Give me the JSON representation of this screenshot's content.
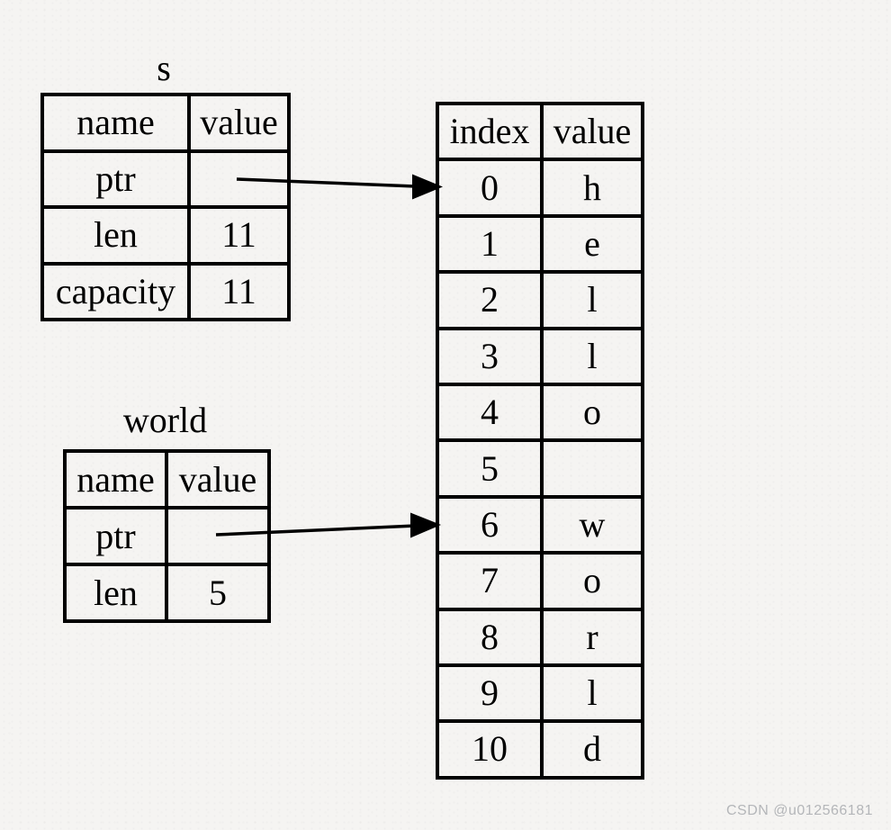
{
  "s_table": {
    "title": "s",
    "headers": [
      "name",
      "value"
    ],
    "rows": [
      {
        "name": "ptr",
        "value": ""
      },
      {
        "name": "len",
        "value": "11"
      },
      {
        "name": "capacity",
        "value": "11"
      }
    ]
  },
  "world_table": {
    "title": "world",
    "headers": [
      "name",
      "value"
    ],
    "rows": [
      {
        "name": "ptr",
        "value": ""
      },
      {
        "name": "len",
        "value": "5"
      }
    ]
  },
  "heap_table": {
    "headers": [
      "index",
      "value"
    ],
    "rows": [
      {
        "index": "0",
        "value": "h"
      },
      {
        "index": "1",
        "value": "e"
      },
      {
        "index": "2",
        "value": "l"
      },
      {
        "index": "3",
        "value": "l"
      },
      {
        "index": "4",
        "value": "o"
      },
      {
        "index": "5",
        "value": " "
      },
      {
        "index": "6",
        "value": "w"
      },
      {
        "index": "7",
        "value": "o"
      },
      {
        "index": "8",
        "value": "r"
      },
      {
        "index": "9",
        "value": "l"
      },
      {
        "index": "10",
        "value": "d"
      }
    ]
  },
  "arrows": [
    {
      "id": "s-ptr-arrow",
      "from": "s.ptr",
      "to": "heap index 0"
    },
    {
      "id": "world-ptr-arrow",
      "from": "world.ptr",
      "to": "heap index 6"
    }
  ],
  "colors": {
    "line": "#000000",
    "background": "#f5f4f2",
    "watermark_text": "#b4b6b9"
  },
  "watermark": "CSDN @u012566181"
}
